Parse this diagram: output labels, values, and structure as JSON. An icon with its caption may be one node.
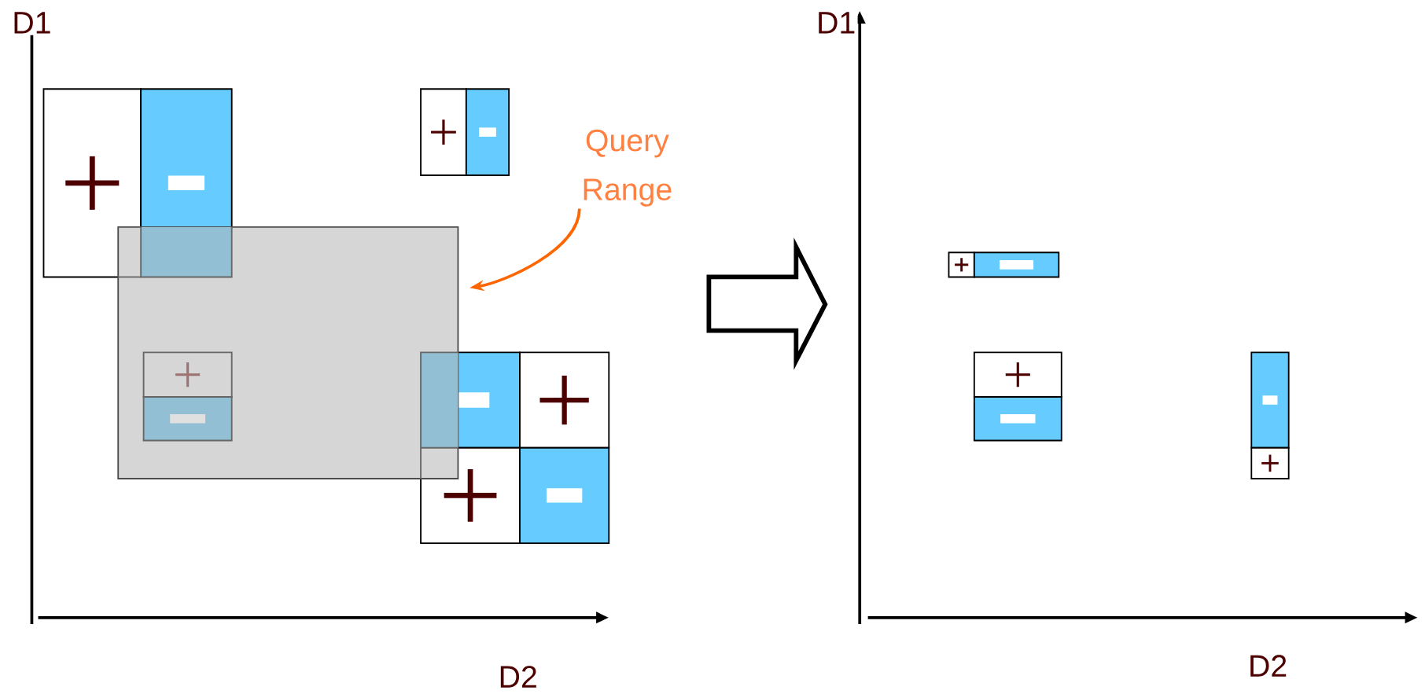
{
  "diagram": {
    "nodes": [
      {
        "text": [
          "Query Range"
        ]
      },
      {
        "text": [],
        "shape": "box"
      }
    ],
    "edges": [
      {
        "from": 0,
        "to": 1,
        "arrow": "to",
        "color": "#ff6600"
      }
    ],
    "labels": [
      "D1",
      "D2",
      "D1",
      "D2"
    ]
  }
}
